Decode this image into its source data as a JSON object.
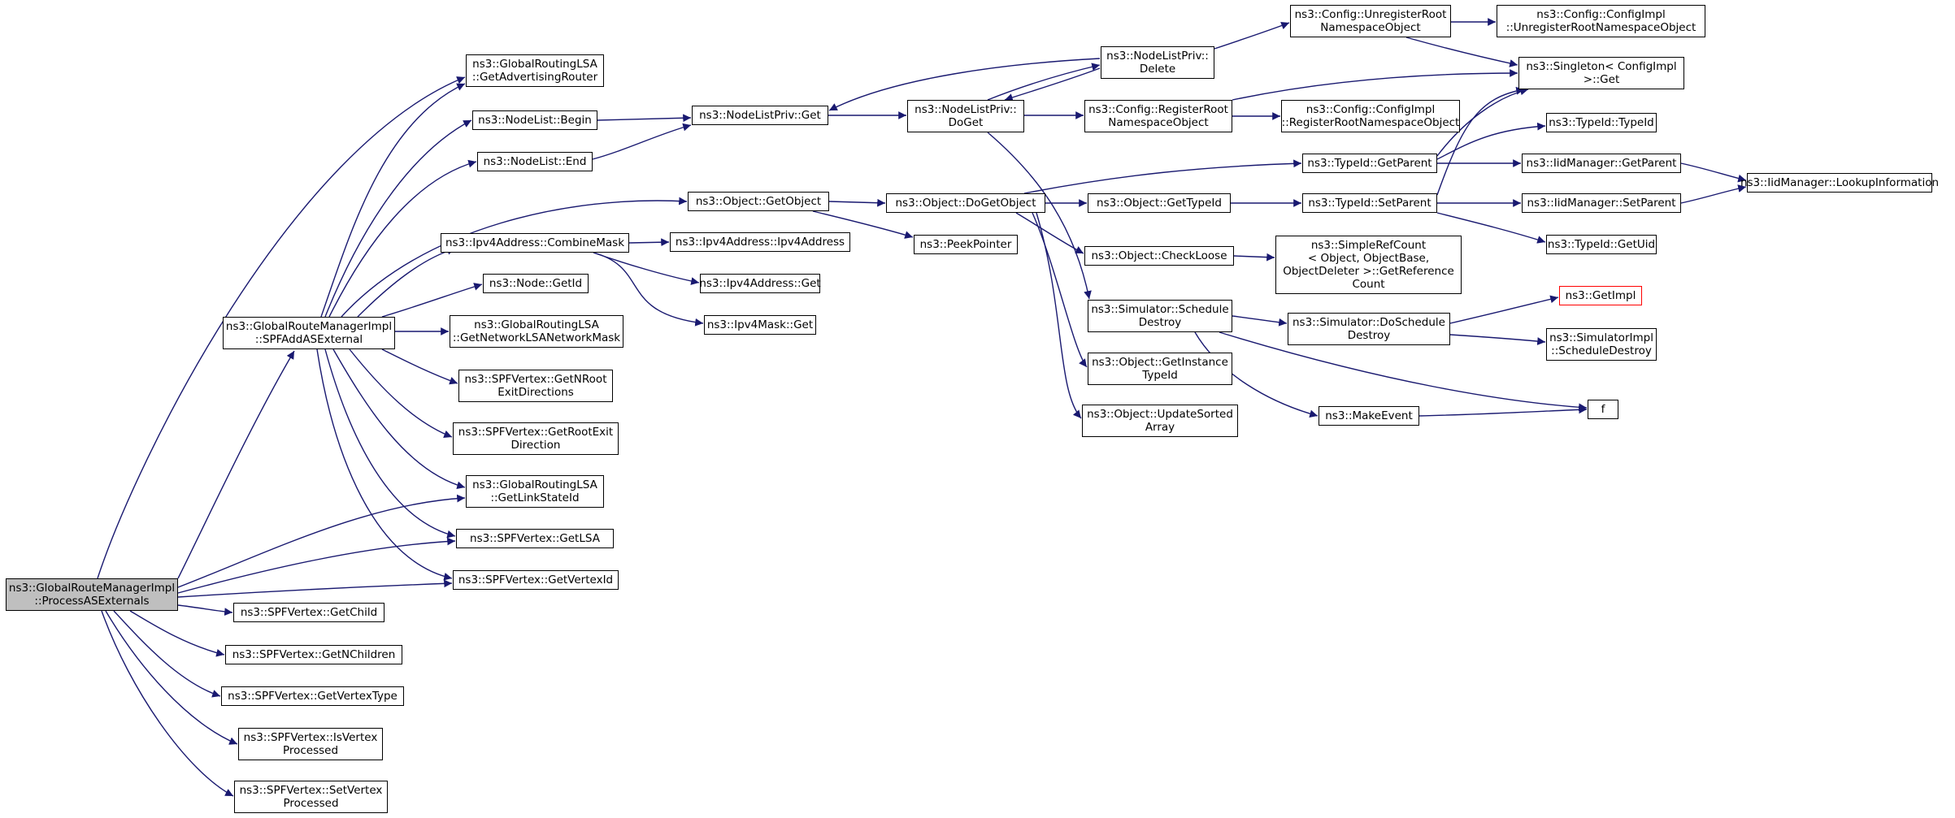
{
  "diagram": {
    "type": "call-graph",
    "edge_color": "#191970",
    "root_fill": "#bfbfbf",
    "nodes": [
      {
        "id": "root",
        "lines": [
          "ns3::GlobalRouteManagerImpl",
          "::ProcessASExternals"
        ]
      },
      {
        "id": "spfadd",
        "lines": [
          "ns3::GlobalRouteManagerImpl",
          "::SPFAddASExternal"
        ]
      },
      {
        "id": "getchild",
        "lines": [
          "ns3::SPFVertex::GetChild"
        ]
      },
      {
        "id": "getnchildren",
        "lines": [
          "ns3::SPFVertex::GetNChildren"
        ]
      },
      {
        "id": "getvertextype",
        "lines": [
          "ns3::SPFVertex::GetVertexType"
        ]
      },
      {
        "id": "isvertexprocessed",
        "lines": [
          "ns3::SPFVertex::IsVertex",
          "Processed"
        ]
      },
      {
        "id": "setvertexprocessed",
        "lines": [
          "ns3::SPFVertex::SetVertex",
          "Processed"
        ]
      },
      {
        "id": "getadvrouter",
        "lines": [
          "ns3::GlobalRoutingLSA",
          "::GetAdvertisingRouter"
        ]
      },
      {
        "id": "nlbegin",
        "lines": [
          "ns3::NodeList::Begin"
        ]
      },
      {
        "id": "nlend",
        "lines": [
          "ns3::NodeList::End"
        ]
      },
      {
        "id": "combinemask",
        "lines": [
          "ns3::Ipv4Address::CombineMask"
        ]
      },
      {
        "id": "nodegetid",
        "lines": [
          "ns3::Node::GetId"
        ]
      },
      {
        "id": "getnetmask",
        "lines": [
          "ns3::GlobalRoutingLSA",
          "::GetNetworkLSANetworkMask"
        ]
      },
      {
        "id": "getnroot",
        "lines": [
          "ns3::SPFVertex::GetNRoot",
          "ExitDirections"
        ]
      },
      {
        "id": "getrootexit",
        "lines": [
          "ns3::SPFVertex::GetRootExit",
          "Direction"
        ]
      },
      {
        "id": "getlinkstateid",
        "lines": [
          "ns3::GlobalRoutingLSA",
          "::GetLinkStateId"
        ]
      },
      {
        "id": "getlsa",
        "lines": [
          "ns3::SPFVertex::GetLSA"
        ]
      },
      {
        "id": "getvertexid",
        "lines": [
          "ns3::SPFVertex::GetVertexId"
        ]
      },
      {
        "id": "nlpget",
        "lines": [
          "ns3::NodeListPriv::Get"
        ]
      },
      {
        "id": "getobject",
        "lines": [
          "ns3::Object::GetObject"
        ]
      },
      {
        "id": "ipv4address",
        "lines": [
          "ns3::Ipv4Address::Ipv4Address"
        ]
      },
      {
        "id": "ipv4addrget",
        "lines": [
          "ns3::Ipv4Address::Get"
        ]
      },
      {
        "id": "ipv4maskget",
        "lines": [
          "ns3::Ipv4Mask::Get"
        ]
      },
      {
        "id": "nlpdoget",
        "lines": [
          "ns3::NodeListPriv::",
          "DoGet"
        ]
      },
      {
        "id": "dogetobject",
        "lines": [
          "ns3::Object::DoGetObject"
        ]
      },
      {
        "id": "peekpointer",
        "lines": [
          "ns3::PeekPointer"
        ]
      },
      {
        "id": "nlpdelete",
        "lines": [
          "ns3::NodeListPriv::",
          "Delete"
        ]
      },
      {
        "id": "regroot",
        "lines": [
          "ns3::Config::RegisterRoot",
          "NamespaceObject"
        ]
      },
      {
        "id": "getobjtypeid",
        "lines": [
          "ns3::Object::GetTypeId"
        ]
      },
      {
        "id": "checkloose",
        "lines": [
          "ns3::Object::CheckLoose"
        ]
      },
      {
        "id": "schedule",
        "lines": [
          "ns3::Simulator::Schedule",
          "Destroy"
        ]
      },
      {
        "id": "getinstancetypeid",
        "lines": [
          "ns3::Object::GetInstance",
          "TypeId"
        ]
      },
      {
        "id": "updatesorted",
        "lines": [
          "ns3::Object::UpdateSorted",
          "Array"
        ]
      },
      {
        "id": "unregroot",
        "lines": [
          "ns3::Config::UnregisterRoot",
          "NamespaceObject"
        ]
      },
      {
        "id": "implreg",
        "lines": [
          "ns3::Config::ConfigImpl",
          "::RegisterRootNamespaceObject"
        ]
      },
      {
        "id": "typeidgetparent",
        "lines": [
          "ns3::TypeId::GetParent"
        ]
      },
      {
        "id": "typeidsetparent",
        "lines": [
          "ns3::TypeId::SetParent"
        ]
      },
      {
        "id": "simplerefcount",
        "lines": [
          "ns3::SimpleRefCount",
          "< Object, ObjectBase,",
          "ObjectDeleter >::GetReference",
          "Count"
        ]
      },
      {
        "id": "doschedule",
        "lines": [
          "ns3::Simulator::DoSchedule",
          "Destroy"
        ]
      },
      {
        "id": "makeevent",
        "lines": [
          "ns3::MakeEvent"
        ]
      },
      {
        "id": "implunreg",
        "lines": [
          "ns3::Config::ConfigImpl",
          "::UnregisterRootNamespaceObject"
        ]
      },
      {
        "id": "singleton",
        "lines": [
          "ns3::Singleton< ConfigImpl",
          ">::Get"
        ]
      },
      {
        "id": "typeidtypeid",
        "lines": [
          "ns3::TypeId::TypeId"
        ]
      },
      {
        "id": "iidgetparent",
        "lines": [
          "ns3::IidManager::GetParent"
        ]
      },
      {
        "id": "iidsetparent",
        "lines": [
          "ns3::IidManager::SetParent"
        ]
      },
      {
        "id": "getuid",
        "lines": [
          "ns3::TypeId::GetUid"
        ]
      },
      {
        "id": "getimpl",
        "lines": [
          "ns3::GetImpl"
        ]
      },
      {
        "id": "simimplschedule",
        "lines": [
          "ns3::SimulatorImpl",
          "::ScheduleDestroy"
        ]
      },
      {
        "id": "f",
        "lines": [
          "f"
        ]
      },
      {
        "id": "lookupinfo",
        "lines": [
          "ns3::IidManager::LookupInformation"
        ]
      }
    ]
  }
}
